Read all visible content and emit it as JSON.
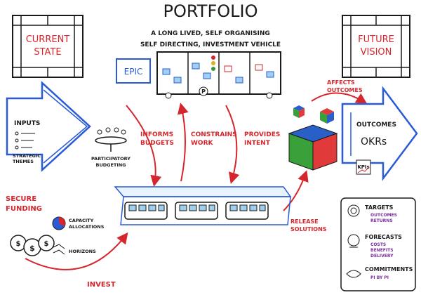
{
  "title": "PORTFOLIO",
  "subtitle_line1": "A LONG LIVED, SELF ORGANISING",
  "subtitle_line2": "SELF DIRECTING, INVESTMENT VEHICLE",
  "current_state": {
    "line1": "CURRENT",
    "line2": "STATE"
  },
  "future_vision": {
    "line1": "FUTURE",
    "line2": "VISION"
  },
  "epic_label": "EPIC",
  "board_marker": "P",
  "inputs": {
    "title": "INPUTS",
    "strategic_themes_line1": "STRATEGIC",
    "strategic_themes_line2": "THEMES"
  },
  "participatory_budgeting": {
    "line1": "PARTICIPATORY",
    "line2": "BUDGETING"
  },
  "flows": {
    "informs_line1": "INFORMS",
    "informs_line2": "BUDGETS",
    "constrains_line1": "CONSTRAINS",
    "constrains_line2": "WORK",
    "provides_line1": "PROVIDES",
    "provides_line2": "INTENT",
    "affects_line1": "AFFECTS",
    "affects_line2": "OUTCOMES",
    "release_line1": "RELEASE",
    "release_line2": "SOLUTIONS",
    "invest": "INVEST"
  },
  "secure_funding": {
    "line1": "SECURE",
    "line2": "FUNDING"
  },
  "capacity_allocations": {
    "line1": "CAPACITY",
    "line2": "ALLOCATIONS"
  },
  "horizons": "HORIZONS",
  "outcomes_arrow": {
    "outcomes": "OUTCOMES",
    "okrs": "OKRs",
    "kpis": "KPIs"
  },
  "legend": {
    "targets_title": "TARGETS",
    "targets_sub1": "OUTCOMES",
    "targets_sub2": "RETURNS",
    "forecasts_title": "FORECASTS",
    "forecasts_sub1": "COSTS",
    "forecasts_sub2": "BENEFITS",
    "forecasts_sub3": "DELIVERY",
    "commitments_title": "COMMITMENTS",
    "commitments_sub": "PI BY PI"
  },
  "colors": {
    "ink": "#1a1a1a",
    "red": "#d4262c",
    "blue": "#2a5bd7",
    "purple": "#7a2ea0",
    "green": "#3a9a3a",
    "board_blue": "#9fd0f0",
    "cube_red": "#e03a3a",
    "cube_blue": "#2860c8",
    "cube_green": "#3aa03a"
  }
}
